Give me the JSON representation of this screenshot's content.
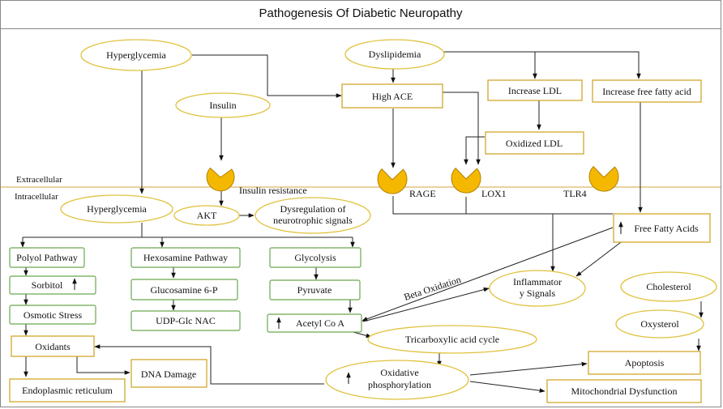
{
  "title": "Pathogenesis Of Diabetic Neuropathy",
  "colors": {
    "border": "#888888",
    "yellow_outline": "#d3a72c",
    "ellipse_outline": "#e0c23e",
    "green_outline": "#6aa84f",
    "receptor_fill": "#f5b800",
    "membrane": "#e0b860"
  },
  "regions": {
    "extracellular": "Extracellular",
    "intracellular": "Intracellular"
  },
  "nodes": {
    "hyperglycemia_top": "Hyperglycemia",
    "dyslipidemia": "Dyslipidemia",
    "high_ace": "High ACE",
    "increase_ldl": "Increase LDL",
    "increase_ffa": "Increase free fatty acid",
    "insulin": "Insulin",
    "oxidized_ldl": "Oxidized LDL",
    "insulin_resistance": "Insulin resistance",
    "rage": "RAGE",
    "lox1": "LOX1",
    "tlr4": "TLR4",
    "hyperglycemia_in": "Hyperglycemia",
    "akt": "AKT",
    "dysregulation_1": "Dysregulation of",
    "dysregulation_2": "neurotrophic signals",
    "free_fatty_acids": "Free Fatty Acids",
    "polyol": "Polyol Pathway",
    "hexosamine": "Hexosamine Pathway",
    "glycolysis": "Glycolysis",
    "sorbitol": "Sorbitol",
    "glucosamine": "Glucosamine 6-P",
    "pyruvate": "Pyruvate",
    "beta_oxidation": "Beta Oxidation",
    "inflammatory_1": "Inflammator",
    "inflammatory_2": "y Signals",
    "cholesterol": "Cholesterol",
    "osmotic": "Osmotic Stress",
    "udp": "UDP-Glc NAC",
    "acetyl": "Acetyl Co A",
    "oxysterol": "Oxysterol",
    "tca": "Tricarboxylic acid cycle",
    "oxidants": "Oxidants",
    "dna_damage": "DNA Damage",
    "apoptosis": "Apoptosis",
    "oxphos_1": "Oxidative",
    "oxphos_2": "phosphorylation",
    "er": "Endoplasmic reticulum",
    "mito": "Mitochondrial Dysfunction"
  }
}
